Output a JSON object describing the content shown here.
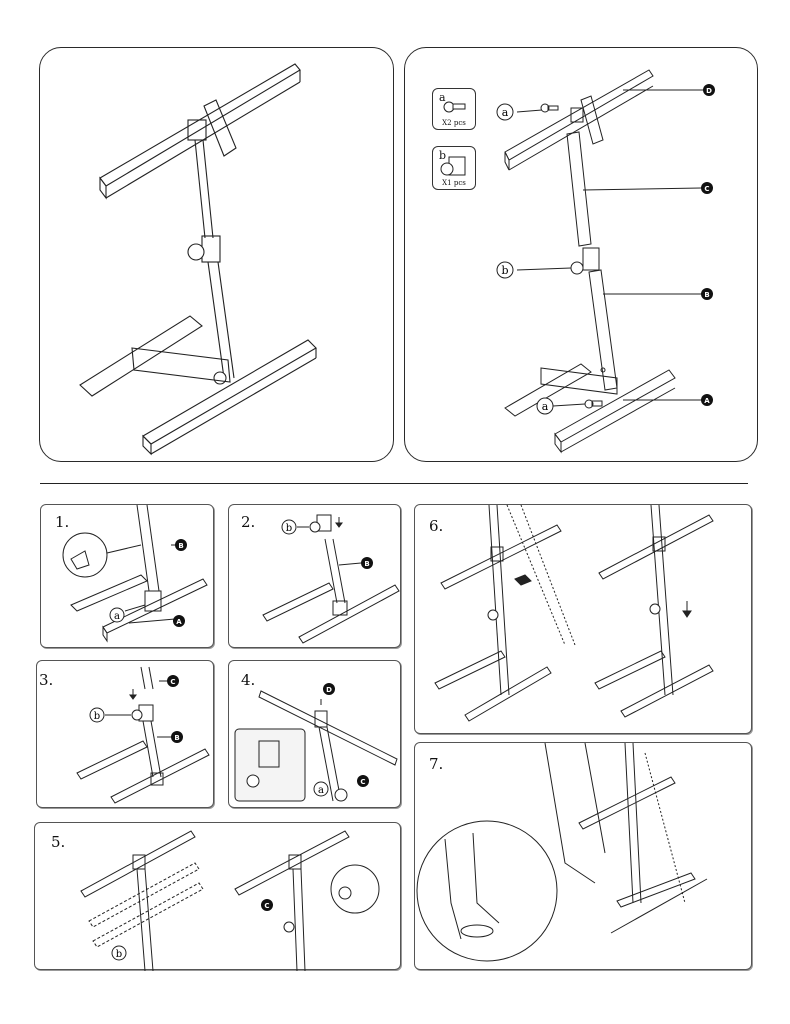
{
  "parts": [
    {
      "letter": "a",
      "qty": "X2 pcs",
      "icon": "knob-screw-icon"
    },
    {
      "letter": "b",
      "qty": "X1 pcs",
      "icon": "clamp-knob-icon"
    }
  ],
  "callouts": {
    "A": "A",
    "B": "B",
    "C": "C",
    "D": "D"
  },
  "labels": {
    "a": "a",
    "b": "b"
  },
  "steps": [
    "1.",
    "2.",
    "3.",
    "4.",
    "5.",
    "6.",
    "7."
  ]
}
